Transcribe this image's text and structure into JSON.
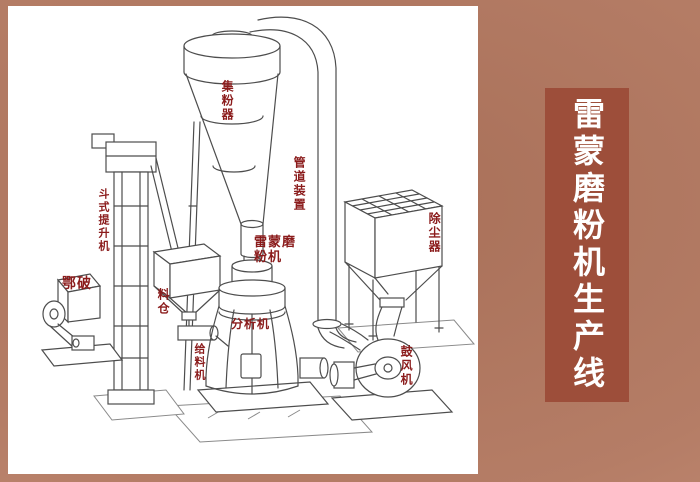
{
  "banner": {
    "text": "雷蒙磨粉机生产线"
  },
  "diagram": {
    "labels": {
      "collector": "集粉器",
      "pipe_device": "管道装置",
      "bucket_elevator": "斗式提升机",
      "jaw_crusher": "鄂破",
      "hopper": "料仓",
      "raymond_mill": "雷蒙磨粉机",
      "analyzer": "分析机",
      "feeder": "给料机",
      "dust_collector": "除尘器",
      "blower": "鼓风机"
    }
  },
  "colors": {
    "page_bg": "#b57d66",
    "page_bg_light": "#c9937d",
    "page_bg_dark": "#a86f58",
    "panel_bg": "#ffffff",
    "banner_bg": "#9d4e3a",
    "banner_text": "#ffffff",
    "label_text": "#8b1c1c",
    "line": "#4d4d4d",
    "line_light": "#8a8a8a"
  }
}
